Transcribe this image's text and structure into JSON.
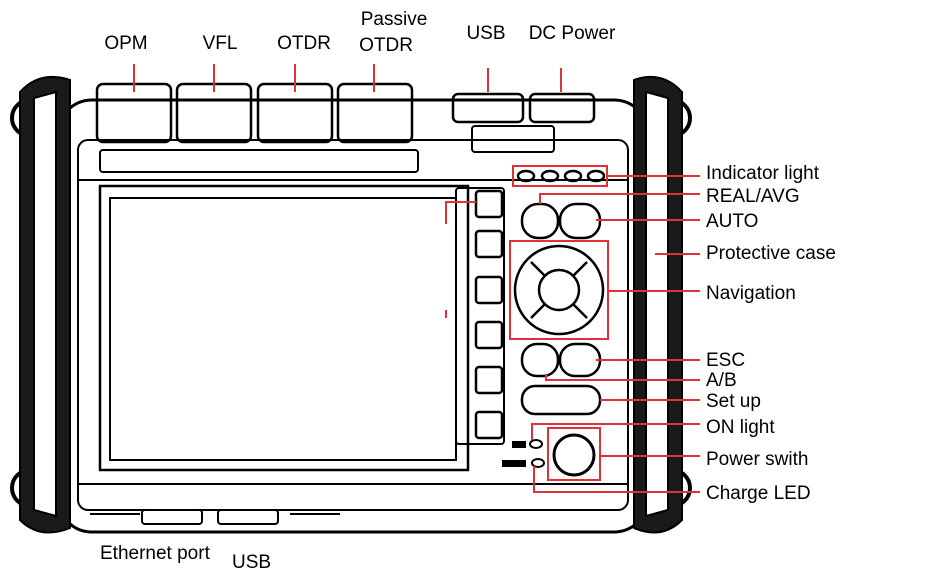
{
  "title": "",
  "colors": {
    "callout": "#e0303a",
    "outline": "#000000",
    "case": "#1a1a1a",
    "background": "#ffffff"
  },
  "top_labels": {
    "opm": "OPM",
    "vfl": "VFL",
    "otdr": "OTDR",
    "passive_otdr_line1": "Passive",
    "passive_otdr_line2": "OTDR",
    "usb": "USB",
    "dc_power": "DC Power"
  },
  "right_labels": {
    "indicator_light": "Indicator light",
    "real_avg": "REAL/AVG",
    "auto": "AUTO",
    "protective_case": "Protective case",
    "navigation": "Navigation",
    "esc": "ESC",
    "ab": "A/B",
    "set_up": "Set up",
    "on_light": "ON light",
    "power_switch": "Power swith",
    "charge_led": "Charge LED"
  },
  "bottom_labels": {
    "ethernet_port": "Ethernet port",
    "usb": "USB"
  }
}
